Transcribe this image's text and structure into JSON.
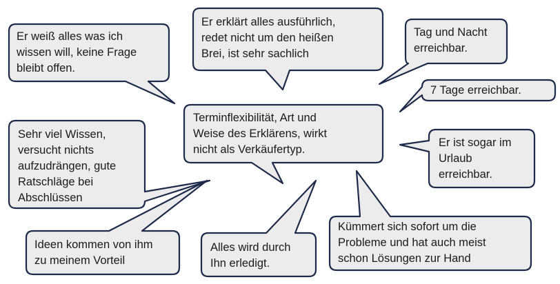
{
  "center": {
    "text": "Terminflexibilität, Art und\nWeise des Erklärens, wirkt\nnicht als Verkäufertyp."
  },
  "bubbles": [
    {
      "id": "top-left",
      "text": "Er weiß alles was ich\nwissen will, keine Frage\nbleibt offen."
    },
    {
      "id": "top-center",
      "text": "Er erklärt alles ausführlich,\nredet nicht um den heißen\nBrei, ist sehr sachlich"
    },
    {
      "id": "top-right",
      "text": "Tag und Nacht\nerreichbar."
    },
    {
      "id": "right-seven-days",
      "text": "7 Tage erreichbar."
    },
    {
      "id": "right-vacation",
      "text": "Er ist sogar im\nUrlaub\nerreichbar."
    },
    {
      "id": "left-knowledge",
      "text": "Sehr viel Wissen,\nversucht nichts\naufzudrängen, gute\nRatschläge bei\nAbschlüssen"
    },
    {
      "id": "bottom-left",
      "text": "Ideen kommen von ihm\nzu meinem Vorteil"
    },
    {
      "id": "bottom-center",
      "text": "Alles wird durch\nIhn erledigt."
    },
    {
      "id": "bottom-right",
      "text": "Kümmert sich sofort um die\nProbleme und hat auch meist\nschon Lösungen zur Hand"
    }
  ]
}
